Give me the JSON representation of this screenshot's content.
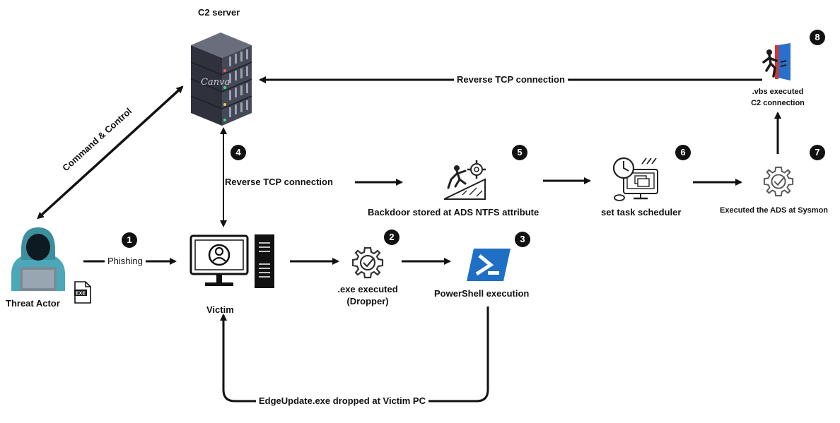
{
  "nodes": {
    "c2_server": "C2 server",
    "threat_actor": "Threat Actor",
    "victim": "Victim",
    "dropper_line1": ".exe executed",
    "dropper_line2": "(Dropper)",
    "powershell": "PowerShell execution",
    "backdoor": "Backdoor stored at ADS NTFS attribute",
    "task_scheduler": "set task scheduler",
    "sysmon": "Executed the ADS at Sysmon",
    "vbs_line1": ".vbs executed",
    "vbs_line2": "C2 connection",
    "exe_file_tag": "EXE",
    "server_brand": "Canva"
  },
  "edges": {
    "reverse_tcp_top": "Reverse TCP connection",
    "reverse_tcp_mid": "Reverse TCP connection",
    "command_control": "Command & Control",
    "phishing": "Phishing",
    "edgeupdate": "EdgeUpdate.exe dropped at Victim PC"
  },
  "steps": [
    "1",
    "2",
    "3",
    "4",
    "5",
    "6",
    "7",
    "8"
  ],
  "colors": {
    "ink": "#111111",
    "powershell_blue": "#1f6fc4",
    "hacker_teal": "#4aa8b8",
    "server_dark": "#3a3d4a",
    "door_blue": "#2a6fc9",
    "door_red": "#d9352b"
  },
  "icons": {
    "server": "server-icon",
    "hacker": "hacker-icon",
    "exe_file": "exe-file-icon",
    "computer": "computer-icon",
    "gear_dropper": "gear-icon",
    "powershell": "powershell-icon",
    "climber": "climber-gear-icon",
    "scheduler": "task-scheduler-icon",
    "gear_sysmon": "gear-icon",
    "door": "exit-door-icon"
  }
}
